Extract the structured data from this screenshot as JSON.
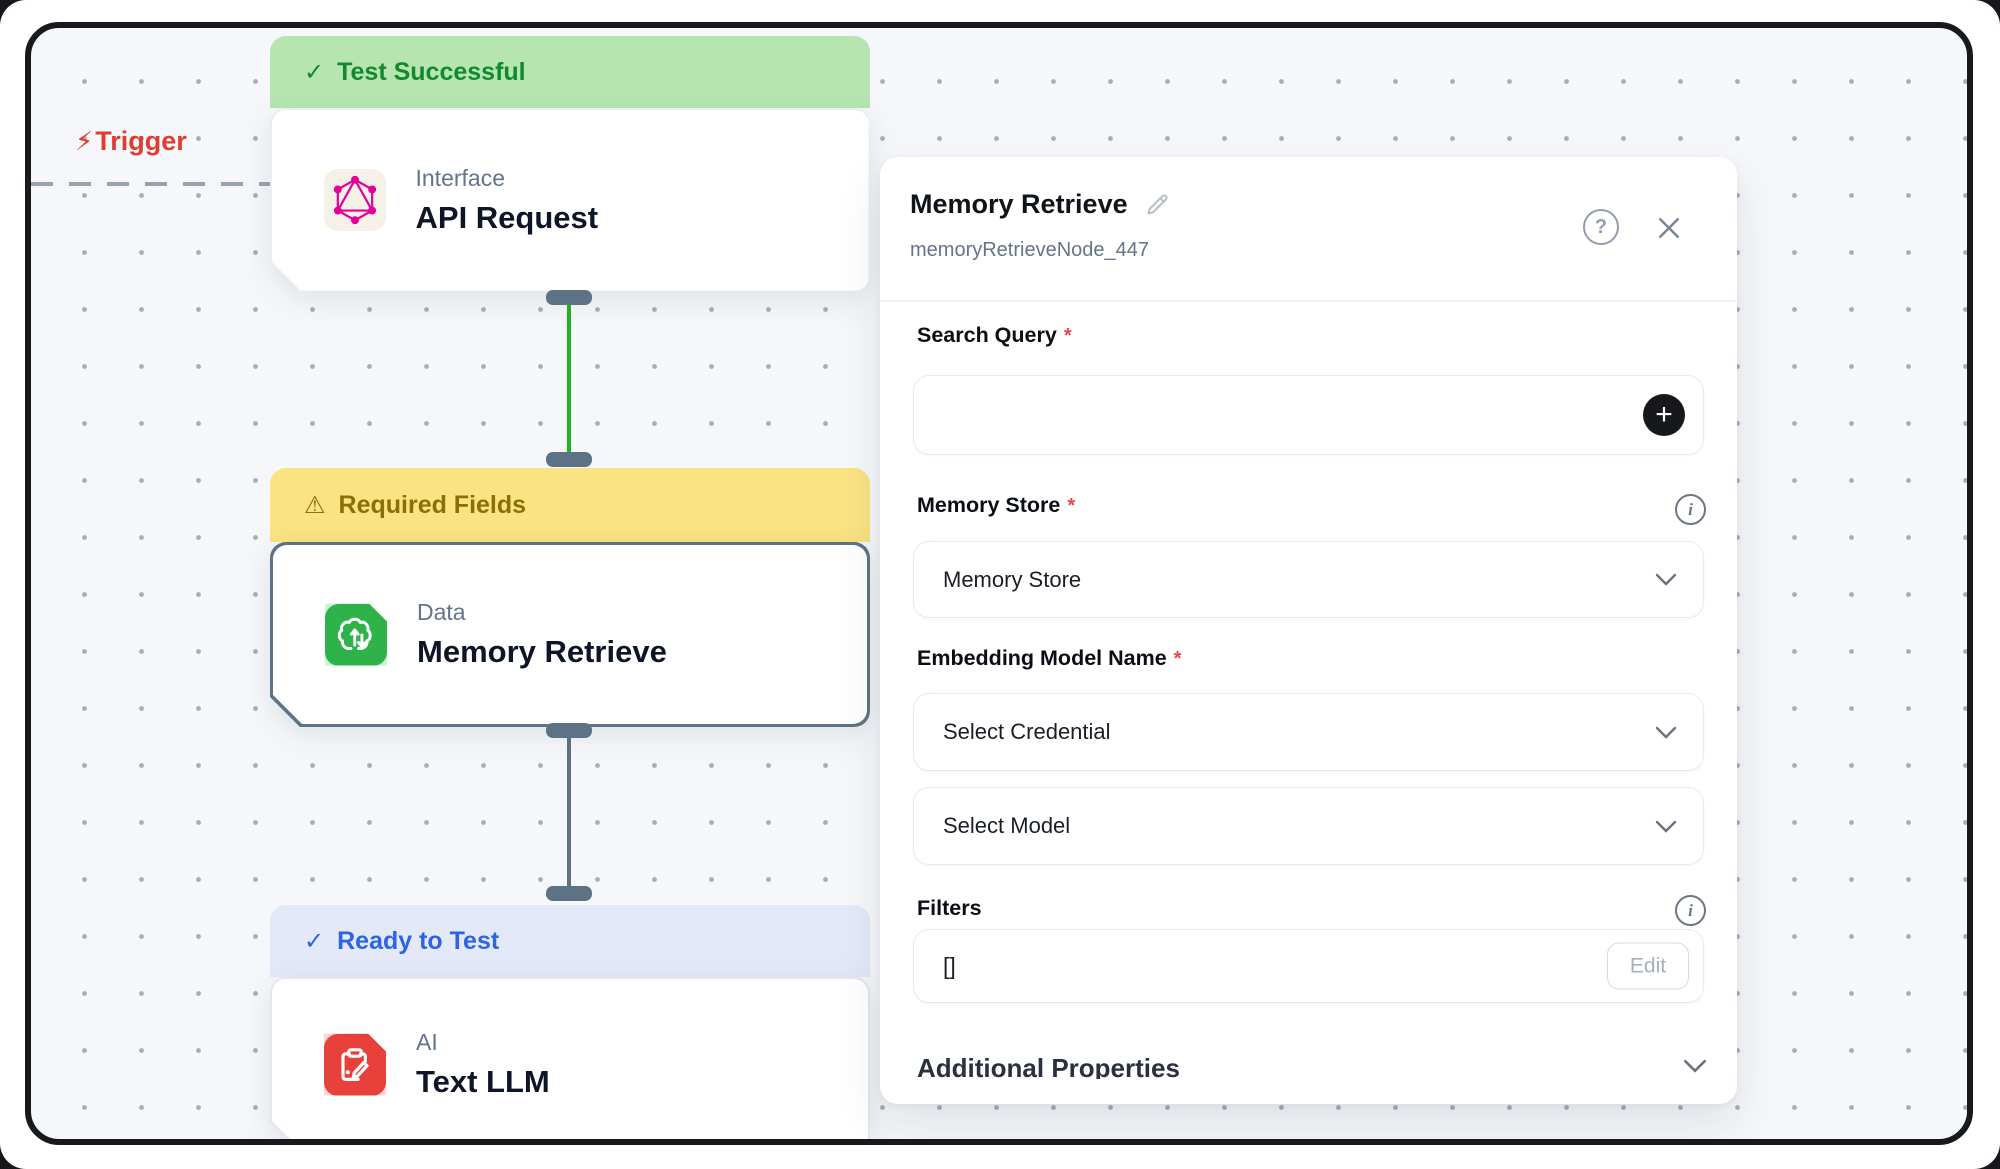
{
  "canvas": {
    "trigger": {
      "label": "Trigger",
      "icon": "⚡"
    },
    "nodes": [
      {
        "status": "Test Successful",
        "status_icon": "✓",
        "category": "Interface",
        "title": "API Request"
      },
      {
        "status": "Required Fields",
        "status_icon": "⚠",
        "category": "Data",
        "title": "Memory Retrieve"
      },
      {
        "status": "Ready to Test",
        "status_icon": "✓",
        "category": "AI",
        "title": "Text LLM"
      }
    ]
  },
  "panel": {
    "title": "Memory Retrieve",
    "subtitle": "memoryRetrieveNode_447",
    "help_icon": "?",
    "info_icon": "i",
    "plus_icon": "+",
    "required_marker": "*",
    "search_query": {
      "label": "Search Query",
      "value": ""
    },
    "memory_store": {
      "label": "Memory Store",
      "value": "Memory Store"
    },
    "embedding_model": {
      "label": "Embedding Model Name",
      "credential_value": "Select Credential",
      "model_value": "Select Model"
    },
    "filters": {
      "label": "Filters",
      "value": "[]",
      "edit_label": "Edit"
    },
    "additional_properties": {
      "label": "Additional Properties"
    }
  },
  "colors": {
    "success_bg": "#b7e5b1",
    "success_text": "#118a2e",
    "warning_bg": "#f9e383",
    "warning_text": "#8d6f08",
    "ready_bg": "#e4e9f9",
    "ready_text": "#2c64e8",
    "edge_success": "#22b422",
    "edge_default": "#5d7285",
    "trigger_red": "#e23c31",
    "graphql_pink": "#e10098",
    "data_green": "#2eb34b",
    "ai_red": "#e8403a"
  }
}
